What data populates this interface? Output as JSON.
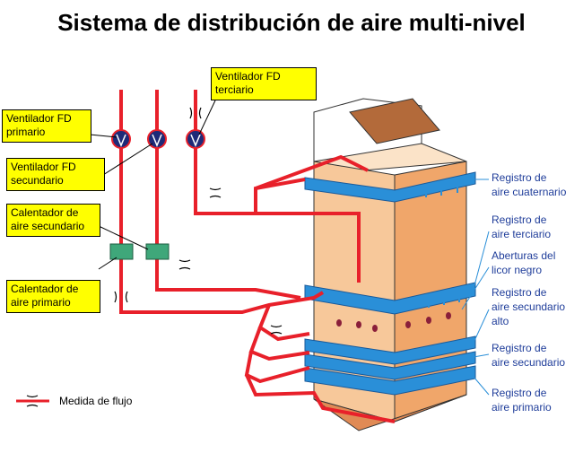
{
  "title": "Sistema de distribución de aire multi-nivel",
  "callouts": {
    "fd_terciario": "Ventilador FD\nterciario",
    "fd_primario": "Ventilador FD\nprimario",
    "fd_secundario": "Ventilador FD\nsecundario",
    "cal_secundario": "Calentador de\naire secundario",
    "cal_primario": "Calentador de\naire primario"
  },
  "registers": {
    "cuaternario": "Registro de\naire cuaternario",
    "terciario": "Registro de\naire terciario",
    "aberturas": "Aberturas del\nlicor negro",
    "secundario_alto": "Registro de\naire secundario\nalto",
    "secundario": "Registro de\naire  secundario",
    "primario": "Registro de\naire primario"
  },
  "legend": {
    "flow_measure": "Medida de flujo"
  },
  "colors": {
    "duct_red": "#e8202a",
    "register_blue": "#2a8fd8",
    "callout_yellow": "#ffff00",
    "furnace_peach": "#f7c89a",
    "heater_green": "#3fa77a",
    "fan_navy": "#1e2a78",
    "label_blue": "#1f3d9a"
  }
}
